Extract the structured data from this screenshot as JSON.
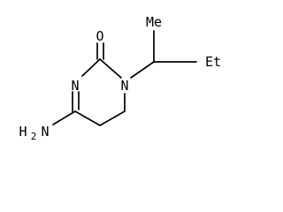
{
  "molecule": {
    "labels": {
      "carbonyl_oxygen": "O",
      "ring_nitrogen_1": "N",
      "ring_nitrogen_3": "N",
      "amine": "H",
      "amine_n": "N",
      "amine_subscript": "2",
      "methyl": "Me",
      "ethyl": "Et"
    }
  }
}
